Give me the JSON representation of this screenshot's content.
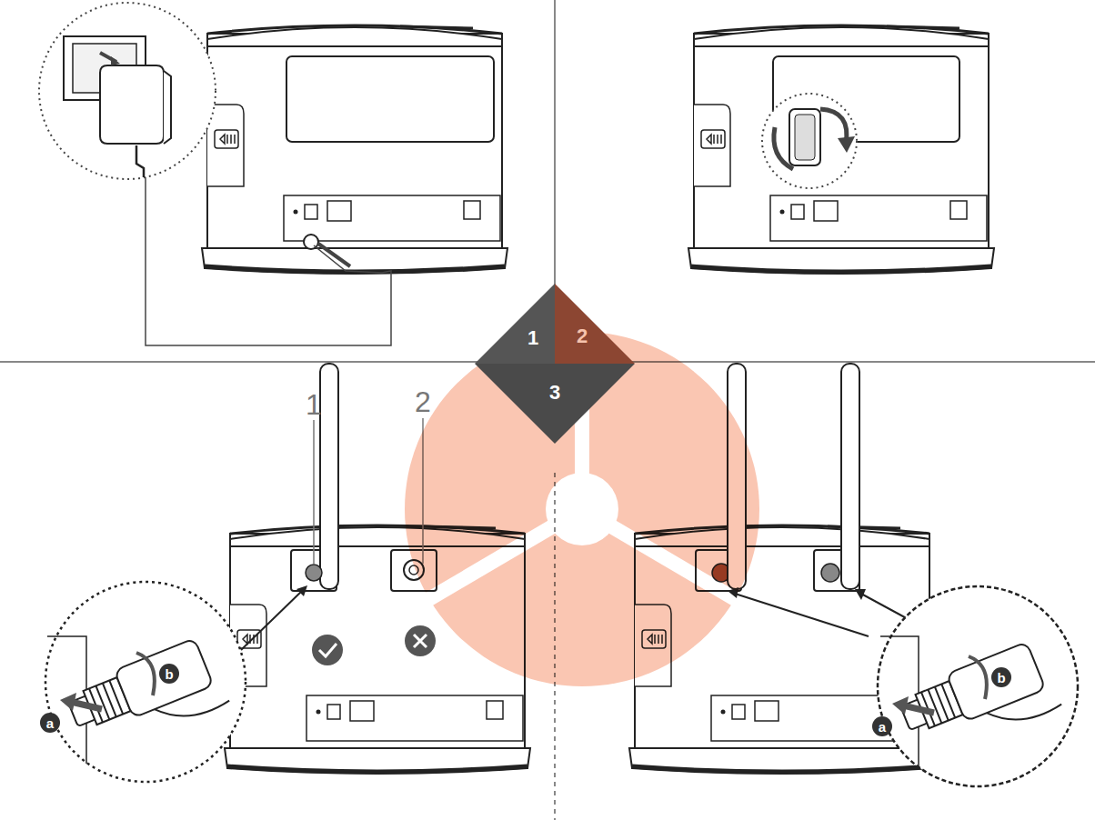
{
  "diagram": {
    "nodes": [
      {
        "text": [
          "1"
        ]
      },
      {
        "text": [
          "2"
        ]
      },
      {
        "text": [
          "3"
        ]
      },
      {
        "text": [
          "a"
        ]
      },
      {
        "text": [
          "b"
        ]
      },
      {
        "text": [
          "a"
        ]
      },
      {
        "text": [
          "b"
        ]
      }
    ],
    "labels": [
      "1",
      "2"
    ]
  }
}
